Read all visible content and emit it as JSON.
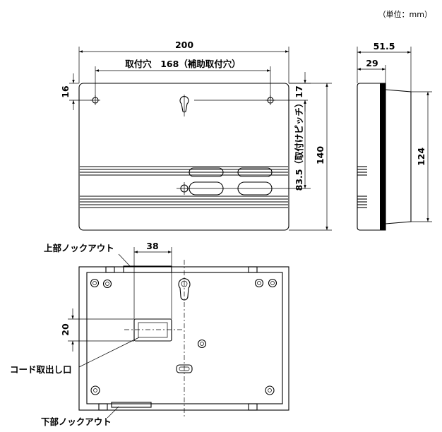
{
  "unit_note": "（単位：mm）",
  "front_view": {
    "width_dim": "200",
    "hole_pitch_label": "取付穴　168（補助取付穴）",
    "top_offset_dim": "16",
    "right_offset_dim": "17",
    "vertical_pitch_label": "83.5（取付けピッチ）",
    "height_dim": "140"
  },
  "side_view": {
    "depth_dim": "51.5",
    "inner_depth_dim": "29",
    "height_dim": "124"
  },
  "rear_view": {
    "top_knockout_label": "上部ノックアウト",
    "knockout_width_dim": "38",
    "cord_height_dim": "20",
    "cord_outlet_label": "コード取出し口",
    "bottom_knockout_label": "下部ノックアウト"
  }
}
